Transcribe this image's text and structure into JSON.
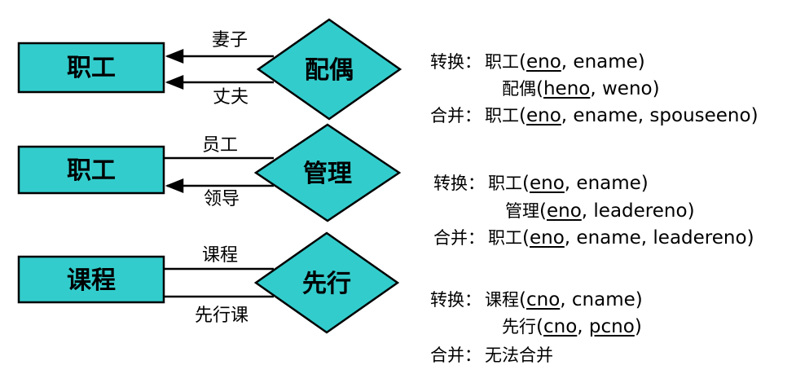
{
  "colors": {
    "fill": "#33cccc",
    "stroke": "#000000"
  },
  "groups": [
    {
      "entity": "职工",
      "relationship": "配偶",
      "role_top": "妻子",
      "role_bottom": "丈夫",
      "convert_label": "转换：",
      "merge_label": "合并：",
      "lines": [
        {
          "name": "职工",
          "open": "(",
          "pk": [
            "eno"
          ],
          "rest": ", ename",
          "close": ")"
        },
        {
          "name": "配偶",
          "open": "(",
          "pk": [
            "heno"
          ],
          "rest": ", weno",
          "close": ")"
        },
        {
          "name": "职工",
          "open": "(",
          "pk": [
            "eno"
          ],
          "rest": ", ename, spouseeno",
          "close": ")"
        }
      ]
    },
    {
      "entity": "职工",
      "relationship": "管理",
      "role_top": "员工",
      "role_bottom": "领导",
      "convert_label": "转换：",
      "merge_label": "合并：",
      "lines": [
        {
          "name": "职工",
          "open": "(",
          "pk": [
            "eno"
          ],
          "rest": ", ename",
          "close": ")"
        },
        {
          "name": "管理",
          "open": "(",
          "pk": [
            "eno"
          ],
          "rest": ", leadereno",
          "close": ")"
        },
        {
          "name": "职工",
          "open": "(",
          "pk": [
            "eno"
          ],
          "rest": ", ename, leadereno",
          "close": ")"
        }
      ]
    },
    {
      "entity": "课程",
      "relationship": "先行",
      "role_top": "课程",
      "role_bottom": "先行课",
      "convert_label": "转换：",
      "merge_label": "合并：",
      "lines": [
        {
          "name": "课程",
          "open": "(",
          "pk": [
            "cno"
          ],
          "rest": ", cname",
          "close": ")"
        },
        {
          "name": "先行",
          "open": "(",
          "pk": [
            "cno",
            "pcno"
          ],
          "rest": "",
          "close": ")"
        }
      ],
      "merge_text": "无法合并"
    }
  ]
}
